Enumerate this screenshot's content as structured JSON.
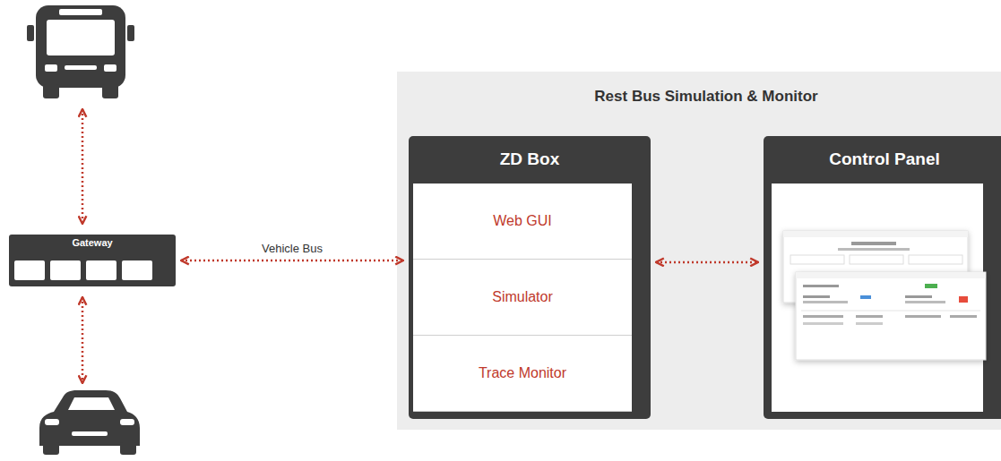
{
  "diagram": {
    "nodes": [
      {
        "text": [
          "Gateway"
        ]
      },
      {
        "text": [
          "Rest Bus Simulation & Monitor"
        ]
      },
      {
        "text": [
          "ZD Box"
        ],
        "in": 1
      },
      {
        "text": [
          "Web GUI"
        ],
        "in": 2
      },
      {
        "text": [
          "Simulator"
        ],
        "in": 2
      },
      {
        "text": [
          "Trace Monitor"
        ],
        "in": 2
      },
      {
        "text": [
          "Control Panel"
        ],
        "in": 1
      }
    ],
    "edges": [
      {
        "from": 0,
        "to": 2,
        "label": "Vehicle Bus",
        "arrow": "both"
      },
      {
        "from": 2,
        "to": 6,
        "arrow": "both"
      }
    ]
  }
}
